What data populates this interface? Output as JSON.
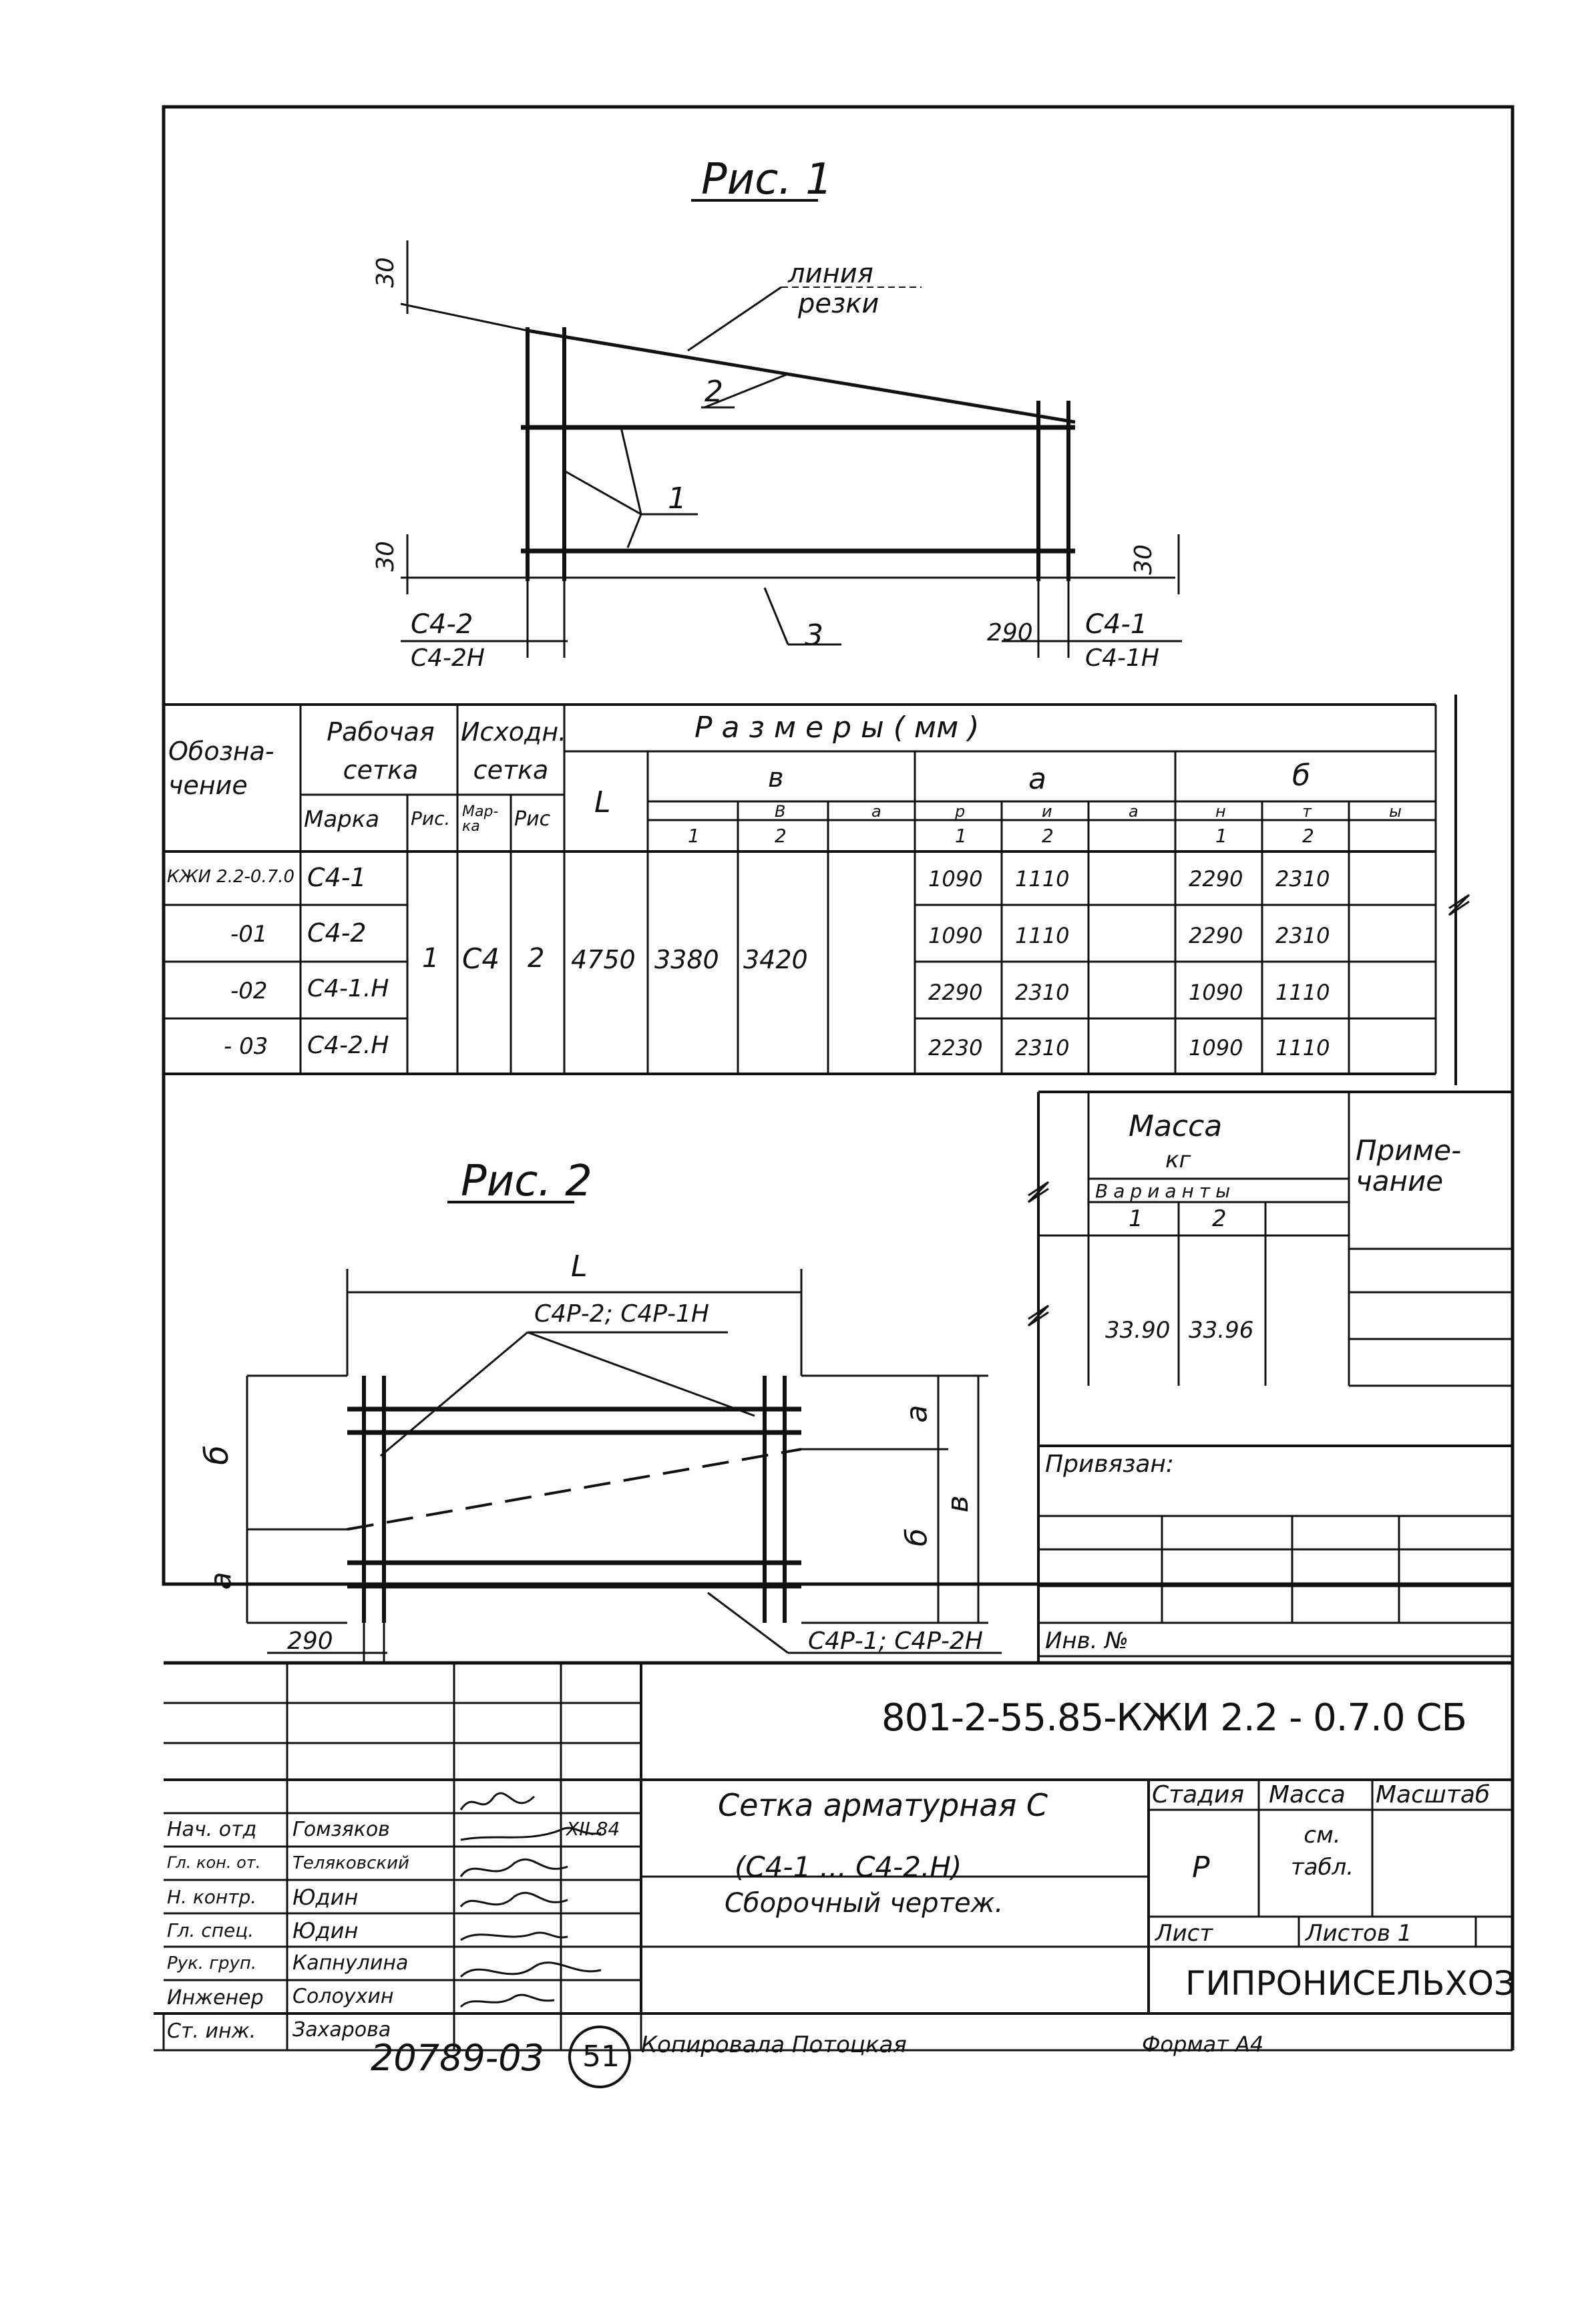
{
  "fig1": {
    "title": "Рис. 1",
    "cut_line_label": [
      "линия",
      "резки"
    ],
    "leaders": [
      "2",
      "1",
      "3"
    ],
    "dims": {
      "top_left": "30",
      "bottom_left": "30",
      "bottom_right": "30",
      "right_290": "290"
    },
    "left_marks": [
      "С4-2",
      "С4-2Н"
    ],
    "right_marks": [
      "С4-1",
      "С4-1Н"
    ]
  },
  "spec_table": {
    "col_designation": "Обозна-чение",
    "col_working_mesh": "Рабочая сетка",
    "col_source_mesh": "Исходн. сетка",
    "col_mark": "Марка",
    "col_fig": "Рис.",
    "col_mark2": "Мар-ка",
    "col_fig2": "Рис",
    "col_sizes": "Р а з м е р ы   ( мм )",
    "col_L": "L",
    "col_v": "в",
    "col_a": "а",
    "col_b": "б",
    "variants_row": [
      "В",
      "а",
      "р",
      "и",
      "а",
      "н",
      "т",
      "ы"
    ],
    "sub_v": [
      "1",
      "2"
    ],
    "sub_a": [
      "1",
      "2"
    ],
    "sub_b": [
      "1",
      "2"
    ],
    "rows": [
      {
        "designation": "КЖИ 2.2-0.7.0",
        "mark": "С4-1",
        "a1": "1090",
        "a2": "1110",
        "b1": "2290",
        "b2": "2310"
      },
      {
        "designation": "-01",
        "mark": "С4-2",
        "a1": "1090",
        "a2": "1110",
        "b1": "2290",
        "b2": "2310"
      },
      {
        "designation": "-02",
        "mark": "С4-1.Н",
        "a1": "2290",
        "a2": "2310",
        "b1": "1090",
        "b2": "1110"
      },
      {
        "designation": "- 03",
        "mark": "С4-2.Н",
        "a1": "2230",
        "a2": "2310",
        "b1": "1090",
        "b2": "1110"
      }
    ],
    "common": {
      "fig": "1",
      "source_mark": "С4",
      "source_fig": "2",
      "L": "4750",
      "v1": "3380",
      "v2": "3420"
    }
  },
  "mass_table": {
    "mass": "Масса",
    "unit": "кг",
    "variants": "Варианты",
    "v1": "1",
    "v2": "2",
    "note": "Приме-чание",
    "value1": "33.90",
    "value2": "33.96"
  },
  "fig2": {
    "title": "Рис. 2",
    "L": "L",
    "top_marks": "С4Р-2; С4Р-1Н",
    "bottom_marks": "С4Р-1; С4Р-2Н",
    "dim_290": "290",
    "left_b": "б",
    "left_a": "а",
    "right_a": "а",
    "right_b": "б",
    "right_v": "в"
  },
  "binding": {
    "label": "Привязан:",
    "inv": "Инв. №"
  },
  "title_block": {
    "code": "801-2-55.85-КЖИ 2.2 - 0.7.0 СБ",
    "name1": "Сетка арматурная С",
    "name2": "(С4-1 ... С4-2.Н)",
    "name3": "Сборочный чертеж.",
    "stage_h": "Стадия",
    "mass_h": "Масса",
    "scale_h": "Масштаб",
    "stage": "Р",
    "mass": "см. табл.",
    "sheet": "Лист",
    "sheets": "Листов 1",
    "org": "ГИПРОНИСЕЛЬХОЗ",
    "staff": [
      {
        "role": "Нач. отд",
        "name": "Гомзяков",
        "date": "XII.84"
      },
      {
        "role": "Гл. кон. от.",
        "name": "Теляковский",
        "date": ""
      },
      {
        "role": "Н. контр.",
        "name": "Юдин",
        "date": ""
      },
      {
        "role": "Гл. спец.",
        "name": "Юдин",
        "date": ""
      },
      {
        "role": "Рук. груп.",
        "name": "Капнулина",
        "date": ""
      },
      {
        "role": "Инженер",
        "name": "Солоухин",
        "date": ""
      },
      {
        "role": "Ст. инж.",
        "name": "Захарова",
        "date": ""
      }
    ]
  },
  "footer": {
    "number": "20789-03",
    "circle": "51",
    "copied": "Копировала   Потоцкая",
    "format": "Формат А4"
  }
}
